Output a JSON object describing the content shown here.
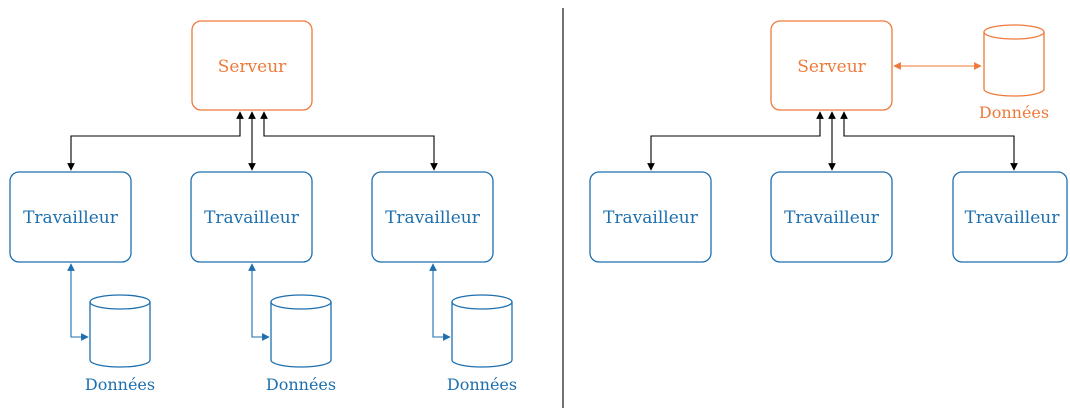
{
  "colors": {
    "server": "#ee7a3a",
    "worker": "#1d6fae",
    "link": "#000000",
    "divider": "#000000"
  },
  "left_panel": {
    "server_label": "Serveur",
    "workers": [
      {
        "label": "Travailleur",
        "data_label": "Données"
      },
      {
        "label": "Travailleur",
        "data_label": "Données"
      },
      {
        "label": "Travailleur",
        "data_label": "Données"
      }
    ]
  },
  "right_panel": {
    "server_label": "Serveur",
    "server_data_label": "Données",
    "workers": [
      {
        "label": "Travailleur"
      },
      {
        "label": "Travailleur"
      },
      {
        "label": "Travailleur"
      }
    ]
  }
}
